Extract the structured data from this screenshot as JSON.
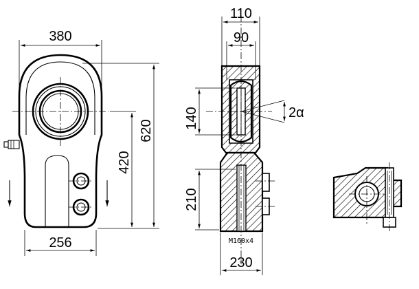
{
  "dimensions": {
    "front_width_top": "380",
    "front_width_bottom": "256",
    "overall_height": "620",
    "center_height": "420",
    "side_width_outer": "110",
    "side_width_inner": "90",
    "bore_diameter": "140",
    "shank_height": "210",
    "base_width": "230",
    "tilt_angle": "2α"
  },
  "thread_label": "M160x4"
}
